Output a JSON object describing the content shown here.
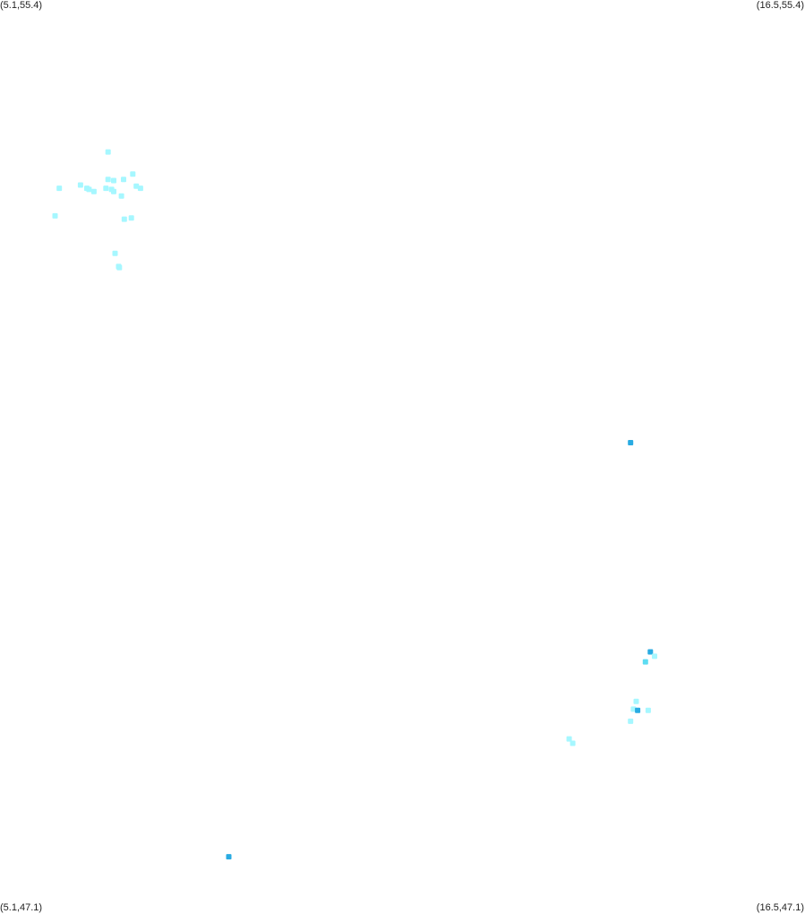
{
  "corners": {
    "top_left": "(5.1,55.4)",
    "top_right": "(16.5,55.4)",
    "bottom_left": "(5.1,47.1)",
    "bottom_right": "(16.5,47.1)"
  },
  "colors": {
    "background": "#ffffff",
    "light": "#a6f7ff",
    "medium": "#5ddcf2",
    "dark": "#29abe2"
  },
  "chart_data": {
    "type": "scatter",
    "x_range": [
      5.1,
      16.5
    ],
    "y_range": [
      47.1,
      55.4
    ],
    "points": [
      {
        "x": 6.63,
        "y": 54.02,
        "level": "light"
      },
      {
        "x": 6.98,
        "y": 53.82,
        "level": "light"
      },
      {
        "x": 6.85,
        "y": 53.77,
        "level": "light"
      },
      {
        "x": 5.94,
        "y": 53.69,
        "level": "light"
      },
      {
        "x": 6.24,
        "y": 53.72,
        "level": "light"
      },
      {
        "x": 6.33,
        "y": 53.69,
        "level": "light"
      },
      {
        "x": 6.36,
        "y": 53.68,
        "level": "light"
      },
      {
        "x": 6.43,
        "y": 53.66,
        "level": "light"
      },
      {
        "x": 6.6,
        "y": 53.69,
        "level": "light"
      },
      {
        "x": 6.68,
        "y": 53.68,
        "level": "light"
      },
      {
        "x": 6.71,
        "y": 53.66,
        "level": "light"
      },
      {
        "x": 6.63,
        "y": 53.77,
        "level": "light"
      },
      {
        "x": 6.71,
        "y": 53.76,
        "level": "light"
      },
      {
        "x": 6.82,
        "y": 53.62,
        "level": "light"
      },
      {
        "x": 7.09,
        "y": 53.69,
        "level": "light"
      },
      {
        "x": 7.03,
        "y": 53.71,
        "level": "light"
      },
      {
        "x": 5.88,
        "y": 53.44,
        "level": "light"
      },
      {
        "x": 6.86,
        "y": 53.41,
        "level": "light"
      },
      {
        "x": 6.96,
        "y": 53.42,
        "level": "light"
      },
      {
        "x": 6.73,
        "y": 53.1,
        "level": "light"
      },
      {
        "x": 6.79,
        "y": 52.97,
        "level": "light"
      },
      {
        "x": 6.78,
        "y": 52.98,
        "level": "light"
      },
      {
        "x": 14.03,
        "y": 51.38,
        "level": "dark"
      },
      {
        "x": 14.31,
        "y": 49.48,
        "level": "dark"
      },
      {
        "x": 14.37,
        "y": 49.44,
        "level": "light"
      },
      {
        "x": 14.24,
        "y": 49.39,
        "level": "medium"
      },
      {
        "x": 14.11,
        "y": 49.03,
        "level": "light"
      },
      {
        "x": 14.07,
        "y": 48.96,
        "level": "light"
      },
      {
        "x": 14.13,
        "y": 48.95,
        "level": "dark"
      },
      {
        "x": 14.28,
        "y": 48.95,
        "level": "light"
      },
      {
        "x": 14.03,
        "y": 48.85,
        "level": "light"
      },
      {
        "x": 13.16,
        "y": 48.69,
        "level": "light"
      },
      {
        "x": 13.21,
        "y": 48.65,
        "level": "light"
      },
      {
        "x": 8.34,
        "y": 47.62,
        "level": "dark"
      }
    ]
  }
}
